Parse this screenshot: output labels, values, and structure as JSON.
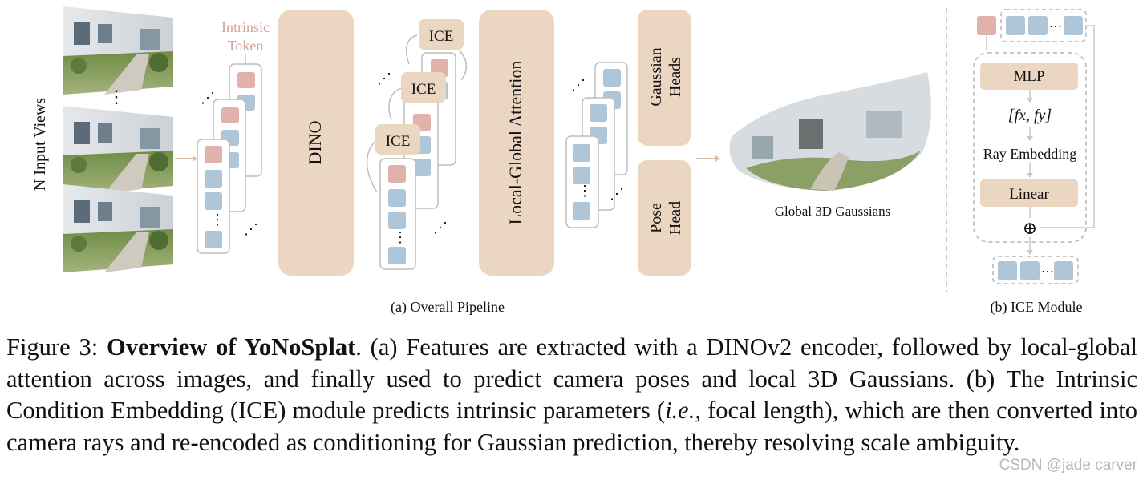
{
  "figure": {
    "input_views_label": "N Input Views",
    "intrinsic_token_label": [
      "Intrinsic",
      "Token"
    ],
    "dino_label": "DINO",
    "ice_label": "ICE",
    "attention_label": "Local-Global Attention",
    "gaussian_heads_label": [
      "Gaussian",
      "Heads"
    ],
    "pose_head_label": [
      "Pose",
      "Head"
    ],
    "gaussians_label": "Global 3D Gaussians",
    "sub_a": "(a) Overall Pipeline",
    "sub_b": "(b) ICE Module",
    "ice_module": {
      "mlp": "MLP",
      "fxfy": "[fx, fy]",
      "ray_embedding": "Ray Embedding",
      "linear": "Linear",
      "plus": "⊕"
    },
    "colors": {
      "block": "#ead6c1",
      "token_blue": "#aec6d8",
      "token_pink": "#e0b2ab",
      "intrinsic_text": "#d3a39b",
      "border_gray": "#bdbdbd",
      "dash_gray": "#b5b5b5"
    }
  },
  "caption": {
    "figure_num": "Figure 3: ",
    "title": "Overview of YoNoSplat",
    "text_a": ". (a) Features are extracted with a DINOv2 encoder, followed by local-global attention across images, and finally used to predict camera poses and local 3D Gaussians. (b) The Intrinsic Condition Embedding (ICE) module predicts intrinsic parameters (",
    "ie": "i.e.",
    "text_b": ", focal length), which are then converted into camera rays and re-encoded as conditioning for Gaussian prediction, thereby resolving scale ambiguity."
  },
  "watermark": "CSDN @jade carver"
}
